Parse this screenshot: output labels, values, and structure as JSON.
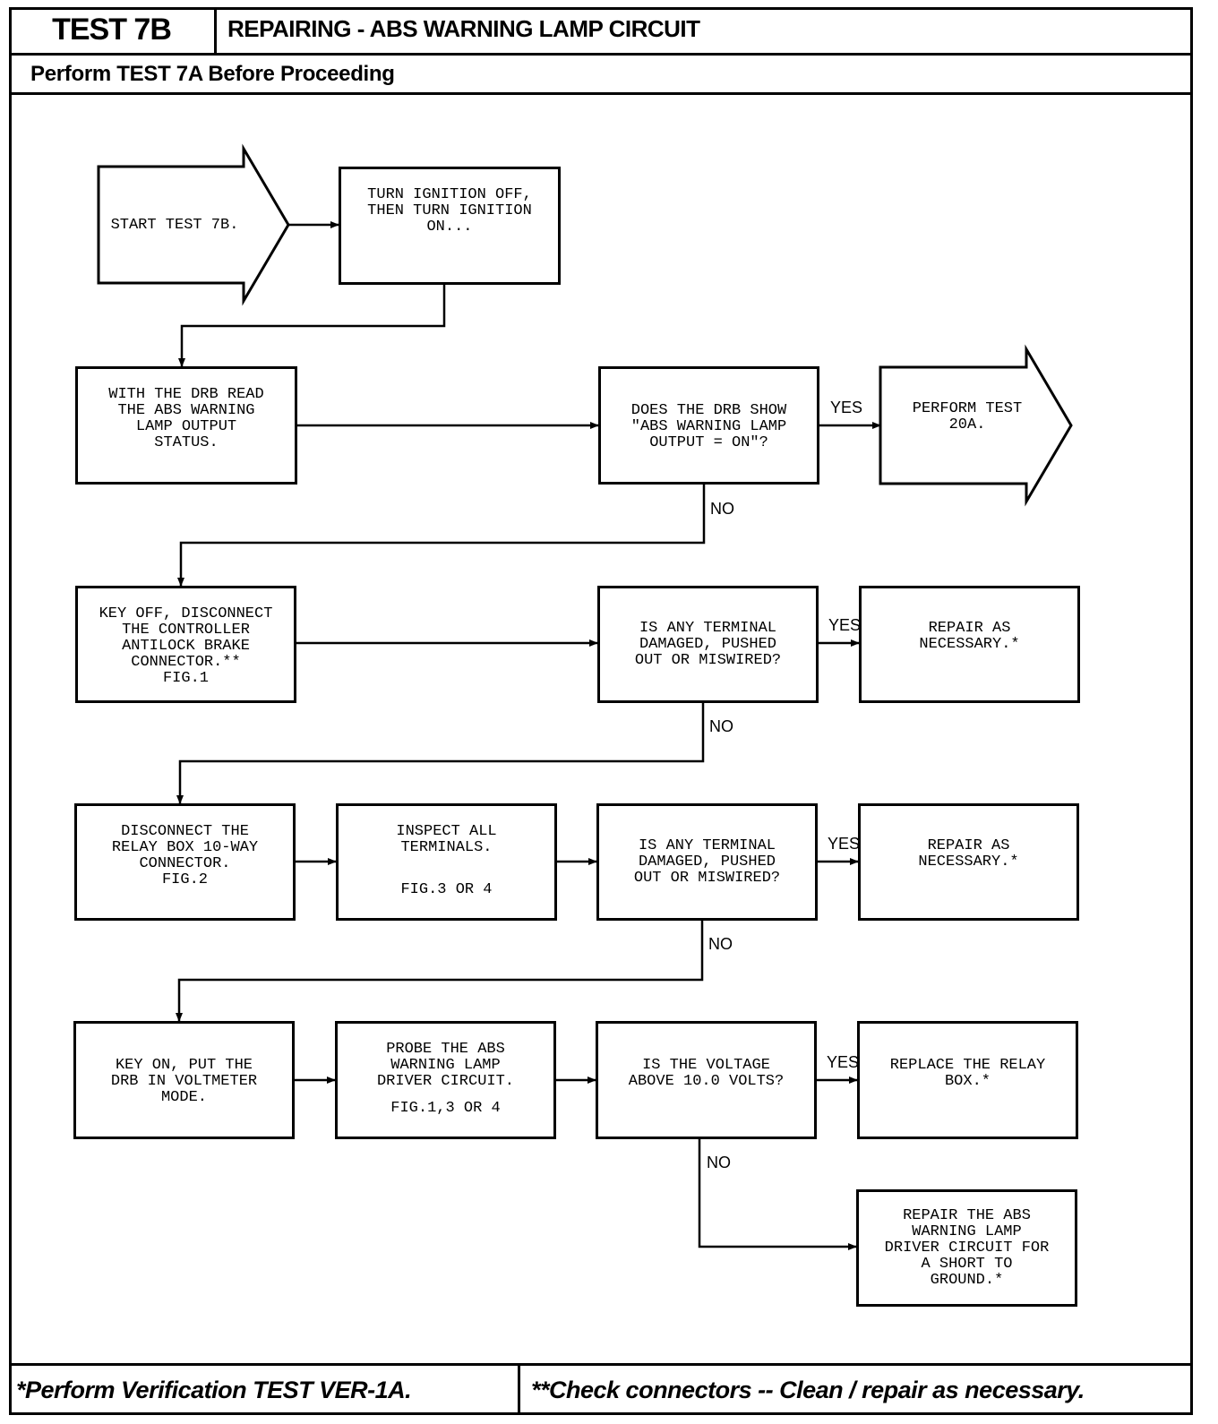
{
  "header": {
    "test_id": "TEST 7B",
    "title": "REPAIRING - ABS WARNING LAMP CIRCUIT",
    "prerequisite": "Perform TEST 7A Before Proceeding"
  },
  "footer": {
    "note_left": "*Perform Verification TEST VER-1A.",
    "note_right": "**Check connectors -- Clean / repair as necessary."
  },
  "flow": {
    "start": "START TEST 7B.",
    "ignition": "TURN IGNITION OFF,\nTHEN TURN IGNITION\nON...",
    "read_status": "WITH THE DRB READ\nTHE ABS WARNING\nLAMP OUTPUT\nSTATUS.",
    "q_output_on": "DOES THE DRB SHOW\n\"ABS WARNING LAMP\nOUTPUT = ON\"?",
    "perform_20a": "PERFORM TEST\n20A.",
    "disconnect_controller": "KEY OFF, DISCONNECT\nTHE CONTROLLER\nANTILOCK BRAKE\nCONNECTOR.**\nFIG.1",
    "q_terminal_1": "IS ANY TERMINAL\nDAMAGED, PUSHED\nOUT OR MISWIRED?",
    "repair_1": "REPAIR AS\nNECESSARY.*",
    "disconnect_relay": "DISCONNECT THE\nRELAY BOX 10-WAY\nCONNECTOR.\nFIG.2",
    "inspect_terminals": "INSPECT ALL\nTERMINALS.",
    "inspect_fig": "FIG.3 OR 4",
    "q_terminal_2": "IS ANY TERMINAL\nDAMAGED, PUSHED\nOUT OR MISWIRED?",
    "repair_2": "REPAIR AS\nNECESSARY.*",
    "key_on": "KEY ON, PUT THE\nDRB IN VOLTMETER\nMODE.",
    "probe": "PROBE THE ABS\nWARNING LAMP\nDRIVER CIRCUIT.",
    "probe_fig": "FIG.1,3 OR 4",
    "q_voltage": "IS THE VOLTAGE\nABOVE 10.0 VOLTS?",
    "replace_relay": "REPLACE THE RELAY\nBOX.*",
    "repair_short": "REPAIR THE ABS\nWARNING LAMP\nDRIVER CIRCUIT FOR\nA SHORT TO\nGROUND.*"
  },
  "labels": {
    "yes": "YES",
    "no": "NO"
  }
}
